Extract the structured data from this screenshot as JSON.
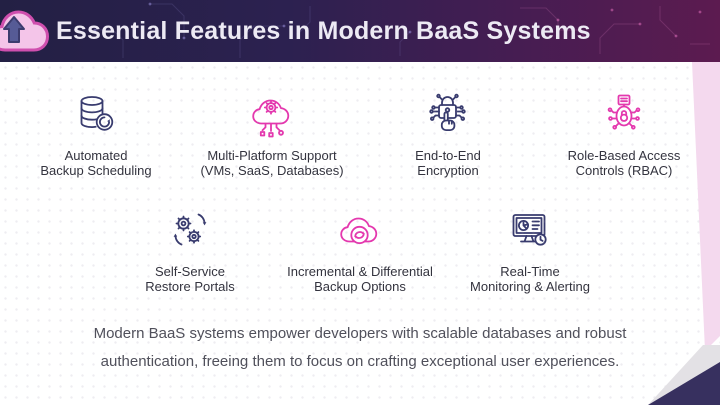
{
  "header": {
    "title": "Essential Features in Modern BaaS Systems",
    "logo_icon": "cloud-upload-icon"
  },
  "features": [
    {
      "label": "Automated\nBackup Scheduling",
      "icon": "database-sync-icon",
      "color": "#383b6e"
    },
    {
      "label": "Multi-Platform Support\n(VMs, SaaS, Databases)",
      "icon": "cloud-gear-network-icon",
      "color": "#e438ae"
    },
    {
      "label": "End-to-End\nEncryption",
      "icon": "encryption-lock-icon",
      "color": "#383b6e"
    },
    {
      "label": "Role-Based Access\nControls (RBAC)",
      "icon": "rbac-identity-icon",
      "color": "#e438ae"
    },
    {
      "label": "Self-Service\nRestore Portals",
      "icon": "gears-restore-icon",
      "color": "#383b6e"
    },
    {
      "label": "Incremental & Differential\nBackup Options",
      "icon": "cloud-sync-icon",
      "color": "#e438ae"
    },
    {
      "label": "Real-Time\nMonitoring & Alerting",
      "icon": "monitor-alert-icon",
      "color": "#383b6e"
    }
  ],
  "summary": "Modern BaaS systems empower developers with scalable databases and robust\nauthentication, freeing them to focus on crafting exceptional user experiences.",
  "colors": {
    "header_gradient_start": "#232044",
    "header_gradient_end": "#5c1b50",
    "accent_pink": "#e438ae",
    "accent_navy": "#383b6e",
    "title_text": "#edeaf4",
    "label_text": "#33333e",
    "summary_text": "#50505b",
    "band_pink": "#f4d9ee",
    "corner_navy": "#37305f",
    "corner_gray": "#e3e1e5"
  }
}
